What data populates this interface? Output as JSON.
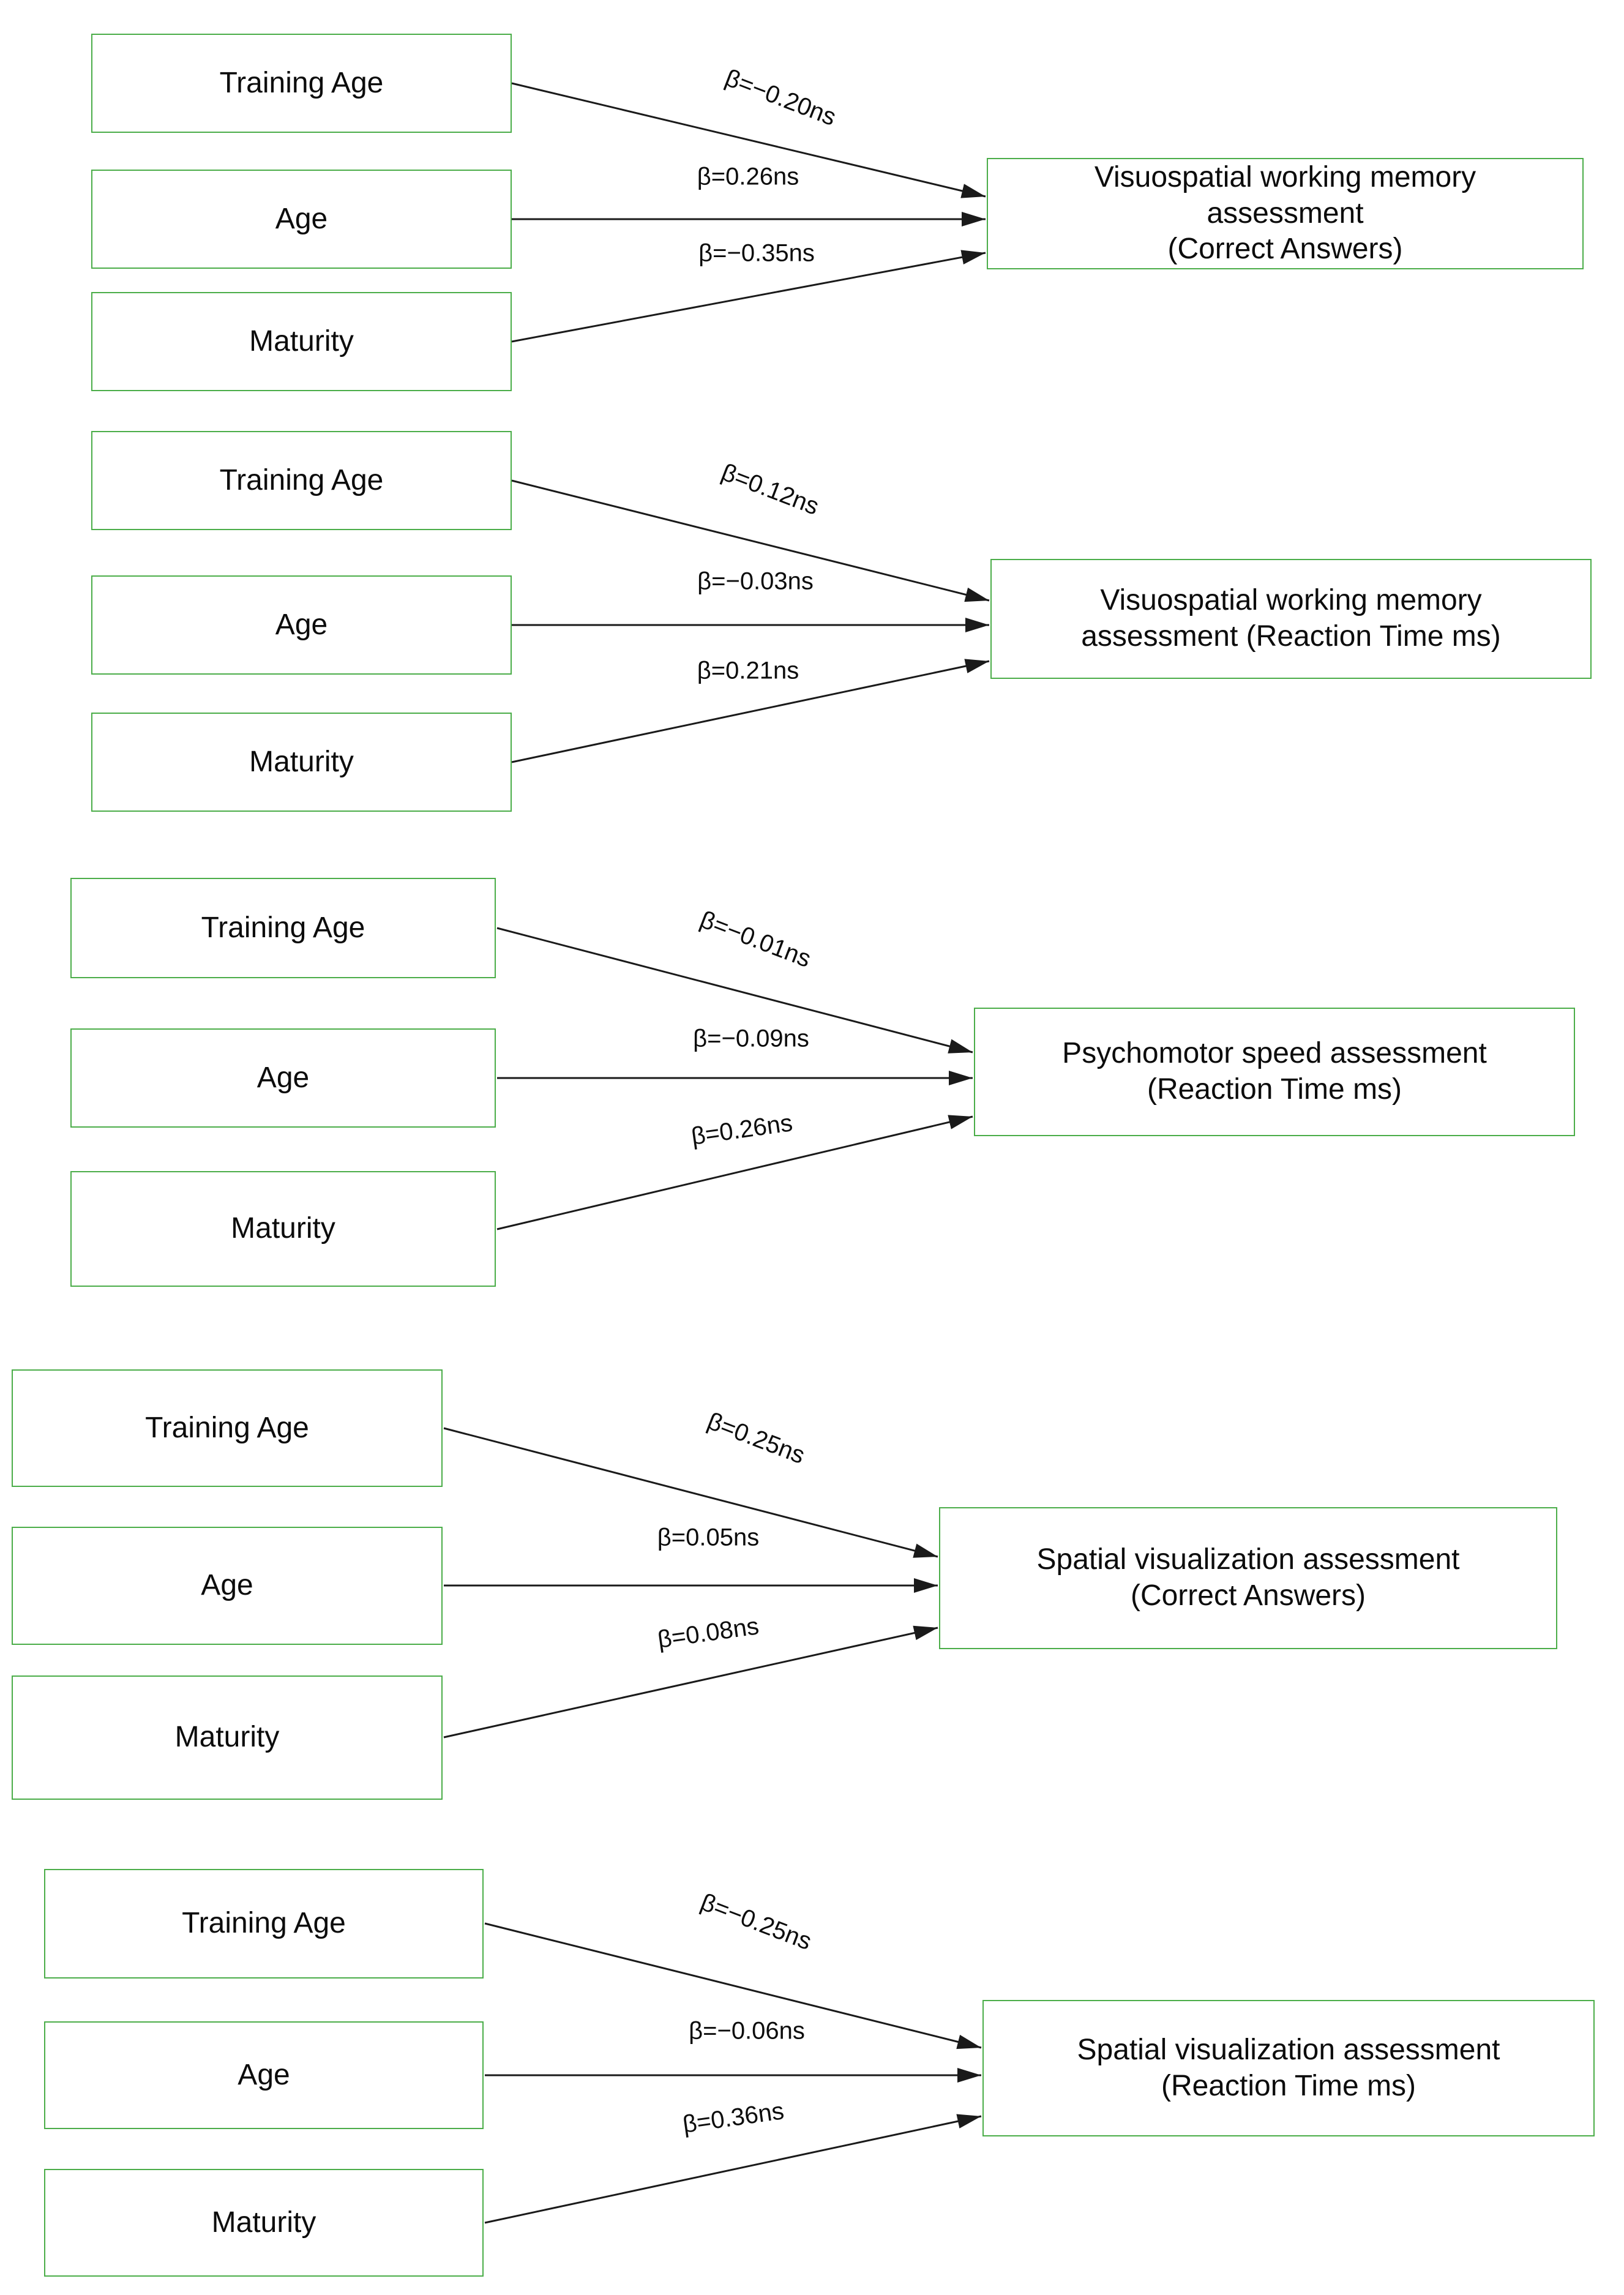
{
  "colors": {
    "box_border": "#4BAD49",
    "arrow": "#1A1A1A",
    "text": "#0C0C0C",
    "background": "#FFFFFF"
  },
  "groups": [
    {
      "predictors": [
        {
          "label": "Training Age",
          "beta": "β=−0.20ns"
        },
        {
          "label": "Age",
          "beta": "β=0.26ns"
        },
        {
          "label": "Maturity",
          "beta": "β=−0.35ns"
        }
      ],
      "outcome_lines": [
        "Visuospatial working memory",
        "assessment",
        "(Correct Answers)"
      ]
    },
    {
      "predictors": [
        {
          "label": "Training Age",
          "beta": "β=0.12ns"
        },
        {
          "label": "Age",
          "beta": "β=−0.03ns"
        },
        {
          "label": "Maturity",
          "beta": "β=0.21ns"
        }
      ],
      "outcome_lines": [
        "Visuospatial working memory",
        "assessment (Reaction Time ms)"
      ]
    },
    {
      "predictors": [
        {
          "label": "Training Age",
          "beta": "β=−0.01ns"
        },
        {
          "label": "Age",
          "beta": "β=−0.09ns"
        },
        {
          "label": "Maturity",
          "beta": "β=0.26ns"
        }
      ],
      "outcome_lines": [
        "Psychomotor speed assessment",
        "(Reaction Time ms)"
      ]
    },
    {
      "predictors": [
        {
          "label": "Training Age",
          "beta": "β=0.25ns"
        },
        {
          "label": "Age",
          "beta": "β=0.05ns"
        },
        {
          "label": "Maturity",
          "beta": "β=0.08ns"
        }
      ],
      "outcome_lines": [
        "Spatial visualization assessment",
        "(Correct Answers)"
      ]
    },
    {
      "predictors": [
        {
          "label": "Training Age",
          "beta": "β=−0.25ns"
        },
        {
          "label": "Age",
          "beta": "β=−0.06ns"
        },
        {
          "label": "Maturity",
          "beta": "β=0.36ns"
        }
      ],
      "outcome_lines": [
        "Spatial visualization assessment",
        "(Reaction Time ms)"
      ]
    }
  ]
}
